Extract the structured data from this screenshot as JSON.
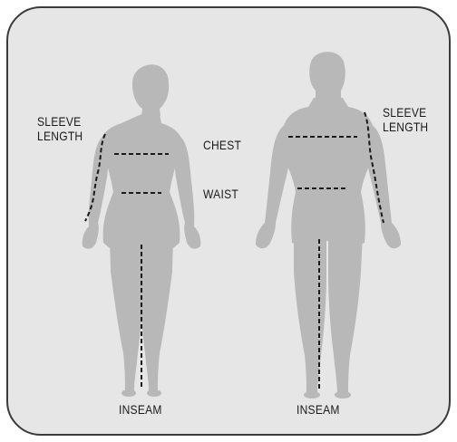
{
  "labels": {
    "sleeve_left_1": "SLEEVE",
    "sleeve_left_2": "LENGTH",
    "sleeve_right_1": "SLEEVE",
    "sleeve_right_2": "LENGTH",
    "chest": "CHEST",
    "waist": "WAIST",
    "inseam_left": "INSEAM",
    "inseam_right": "INSEAM"
  },
  "colors": {
    "background": "#e6e6e6",
    "silhouette": "#b8b8b8",
    "border": "#3b3b3b",
    "dash": "#1a1a1a"
  },
  "figures": [
    "female-silhouette",
    "male-silhouette"
  ]
}
